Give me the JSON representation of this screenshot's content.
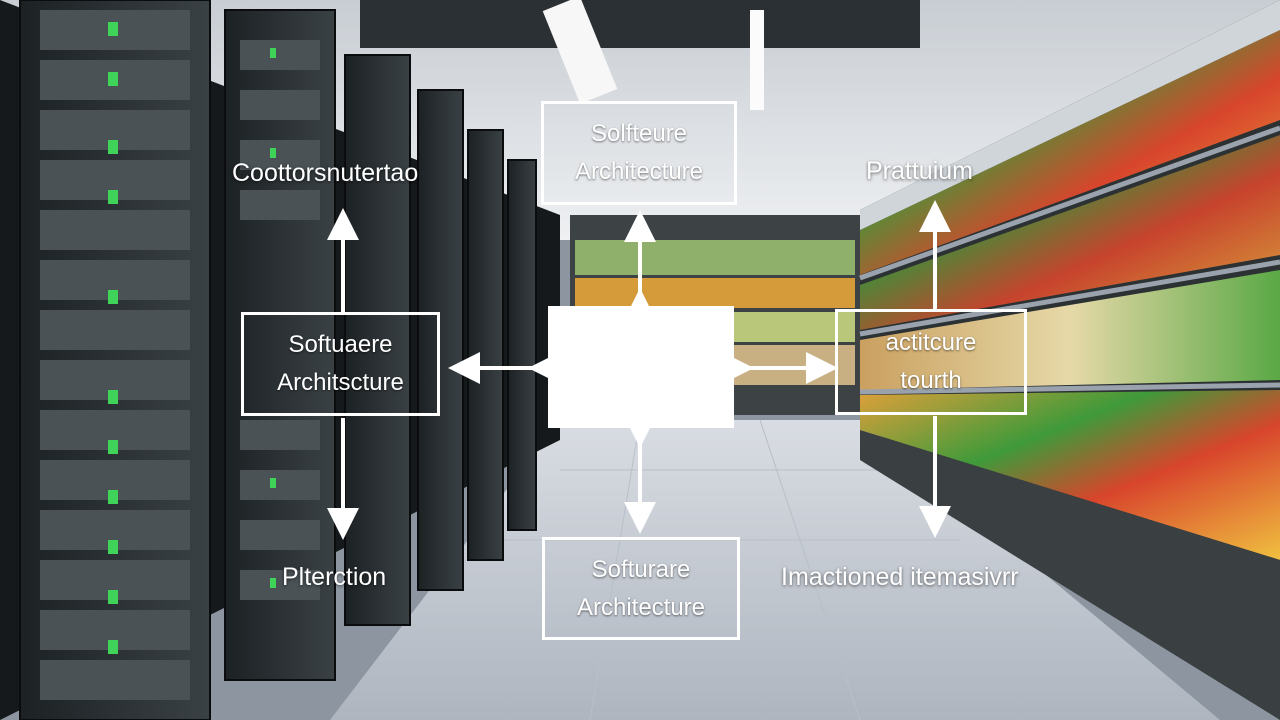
{
  "diagram": {
    "nodes": {
      "top": {
        "line1": "Solfteure",
        "line2": "Architecture"
      },
      "left": {
        "line1": "Softuaere",
        "line2": "Architscture"
      },
      "right": {
        "line1": "actitcure",
        "line2": "tourth"
      },
      "bottom": {
        "line1": "Softurare",
        "line2": "Architecture"
      },
      "center": {
        "line1": "",
        "line2": ""
      }
    },
    "labels": {
      "top_left": "Coottorsnutertao",
      "top_right": "Prattuium",
      "bottom_left": "Plterction",
      "bottom_right": "Imactioned itemasivrr"
    },
    "edges": [
      {
        "from": "center",
        "to": "top",
        "style": "double-arrow"
      },
      {
        "from": "center",
        "to": "left",
        "style": "double-arrow"
      },
      {
        "from": "center",
        "to": "right",
        "style": "double-arrow"
      },
      {
        "from": "center",
        "to": "bottom",
        "style": "double-arrow"
      },
      {
        "from": "left",
        "to": "top_left_label",
        "style": "arrow"
      },
      {
        "from": "left",
        "to": "bottom_left_label",
        "style": "arrow"
      },
      {
        "from": "right",
        "to": "top_right_label",
        "style": "arrow"
      },
      {
        "from": "right",
        "to": "bottom_right_label",
        "style": "arrow"
      }
    ]
  },
  "colors": {
    "stroke": "#ffffff",
    "server_led": "#3fd35a",
    "floor": "#c9ced6"
  }
}
